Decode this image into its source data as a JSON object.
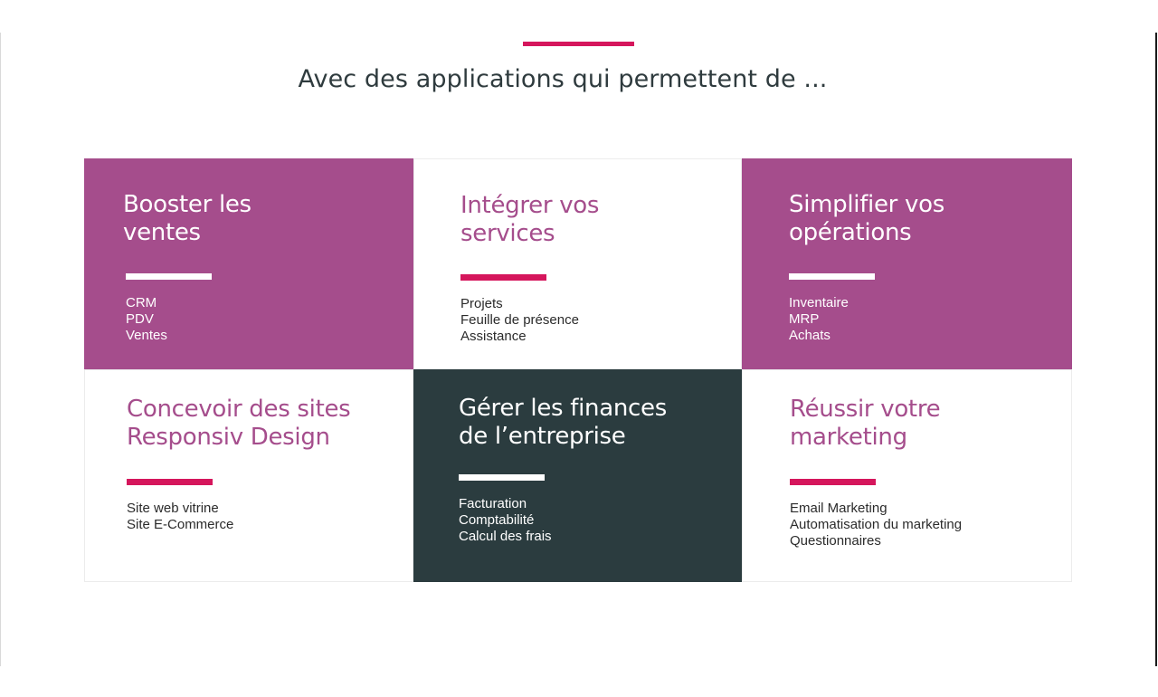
{
  "heading": "Avec des applications qui permettent de ...",
  "colors": {
    "accent": "#d5165c",
    "purple": "#a54d8c",
    "dark": "#2b3c3f",
    "heading_text": "#2f3b3e"
  },
  "tiles": [
    {
      "title": "Booster les\nventes",
      "items": [
        "CRM",
        "PDV",
        "Ventes"
      ]
    },
    {
      "title": "Intégrer vos\nservices",
      "items": [
        "Projets",
        "Feuille de présence",
        "Assistance"
      ]
    },
    {
      "title": "Simplifier vos\nopérations",
      "items": [
        "Inventaire",
        "MRP",
        "Achats"
      ]
    },
    {
      "title": "Concevoir des sites\nResponsiv Design",
      "items": [
        "Site web vitrine",
        "Site E-Commerce"
      ]
    },
    {
      "title": "Gérer les finances\nde l’entreprise",
      "items": [
        "Facturation",
        "Comptabilité",
        "Calcul des frais"
      ]
    },
    {
      "title": "Réussir votre\nmarketing",
      "items": [
        "Email Marketing",
        "Automatisation du marketing",
        "Questionnaires"
      ]
    }
  ]
}
